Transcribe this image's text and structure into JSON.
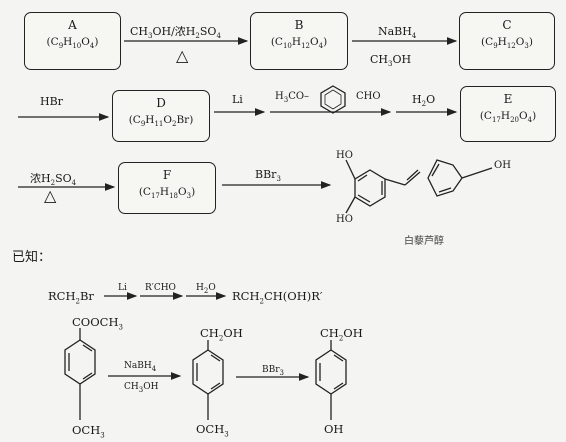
{
  "compounds": [
    {
      "id": "A",
      "name": "A",
      "formula": "(C9H10O4)"
    },
    {
      "id": "B",
      "name": "B",
      "formula": "(C10H12O4)"
    },
    {
      "id": "C",
      "name": "C",
      "formula": "(C9H12O3)"
    },
    {
      "id": "D",
      "name": "D",
      "formula": "(C9H11O2Br)"
    },
    {
      "id": "E",
      "name": "E",
      "formula": "(C17H20O4)"
    },
    {
      "id": "F",
      "name": "F",
      "formula": "(C17H18O3)"
    }
  ],
  "reagents": {
    "a_to_b_top": "CH3OH/浓H2SO4",
    "a_to_b_bottom": "△",
    "b_to_c_top": "NaBH4",
    "b_to_c_bottom": "CH3OH",
    "c_to_d": "HBr",
    "d_step1": "Li",
    "d_step2_prefix": "H3CO–",
    "d_step2_suffix": "CHO",
    "d_step3": "H2O",
    "e_to_f_top": "浓H2SO4",
    "e_to_f_bottom": "△",
    "f_to_product": "BBr3"
  },
  "product": {
    "name": "白藜芦醇",
    "oh_label": "OH",
    "ho_label": "HO"
  },
  "known": {
    "heading": "已知：",
    "reaction1": {
      "reactant": "RCH2Br",
      "step1": "Li",
      "step2": "R′CHO",
      "step3": "H2O",
      "product": "RCH2CH(OH)R′"
    },
    "reaction2": {
      "start_top": "COOCH3",
      "start_bottom": "OCH3",
      "reagent1_top": "NaBH4",
      "reagent1_bottom": "CH3OH",
      "mid_top": "CH2OH",
      "mid_bottom": "OCH3",
      "reagent2": "BBr3",
      "end_top": "CH2OH",
      "end_bottom": "OH"
    }
  }
}
